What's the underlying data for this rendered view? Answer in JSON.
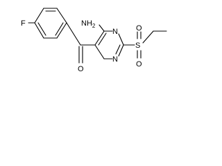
{
  "molecule": {
    "atoms": {
      "fluorine": "F",
      "amine": "NH",
      "amine_subscript": "2",
      "ring_nitrogen_upper": "N",
      "ring_nitrogen_lower": "N",
      "carbonyl_oxygen": "O",
      "sulfur": "S",
      "sulfonyl_oxygen_upper": "O",
      "sulfonyl_oxygen_lower": "O"
    }
  },
  "colors": {
    "bond": "#000000",
    "label": "#000000",
    "background": "#ffffff"
  }
}
